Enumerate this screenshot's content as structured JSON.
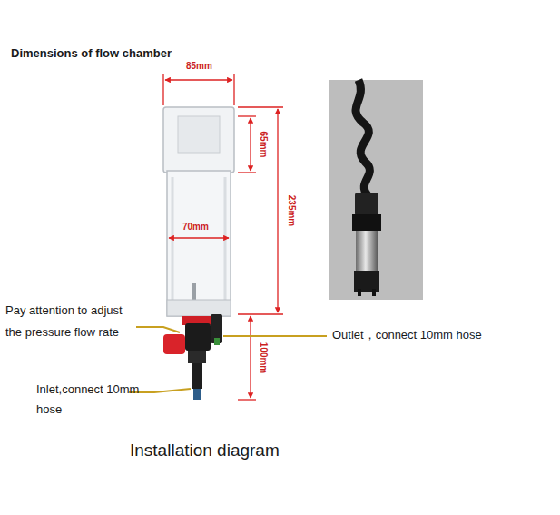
{
  "diagram": {
    "title": "Dimensions of flow chamber",
    "caption": "Installation diagram",
    "labels": [
      "85mm",
      "65mm",
      "70mm",
      "235mm",
      "Pay attention to adjust the pressure flow rate",
      "Outlet，connect 10mm hose",
      "100mm",
      "Inlet,connect 10mm hose"
    ]
  }
}
